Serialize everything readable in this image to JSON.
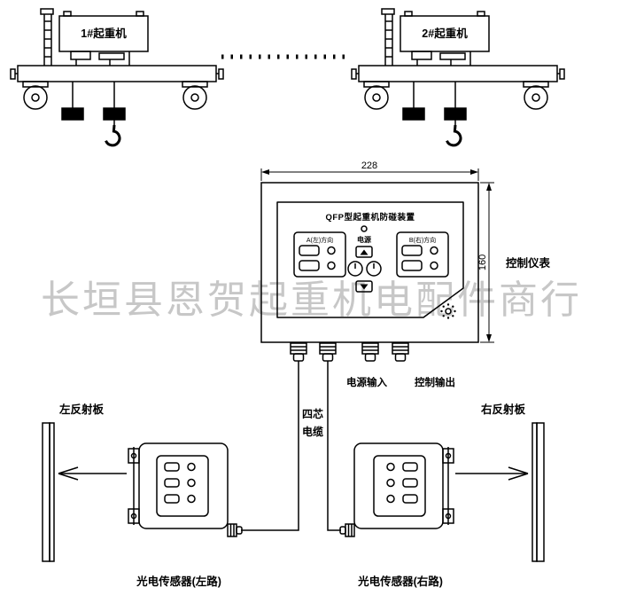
{
  "watermark": "长垣县恩贺起重机电配件商行",
  "cranes": {
    "left": "1#起重机",
    "right": "2#起重机"
  },
  "control": {
    "dim_width": "228",
    "dim_height": "160",
    "name": "控制仪表",
    "panel_title": "QFP型起重机防碰装置",
    "power": "电源",
    "channel_a": "A(左)方向",
    "channel_b": "B(右)方向"
  },
  "wiring": {
    "power_input": "电源输入",
    "control_output": "控制输出",
    "cable_line1": "四芯",
    "cable_line2": "电缆"
  },
  "sensors": {
    "left": "光电传感器(左路)",
    "right": "光电传感器(右路)"
  },
  "reflectors": {
    "left": "左反射板",
    "right": "右反射板"
  },
  "colors": {
    "line": "#000000",
    "watermark": "#c7c7c7"
  }
}
